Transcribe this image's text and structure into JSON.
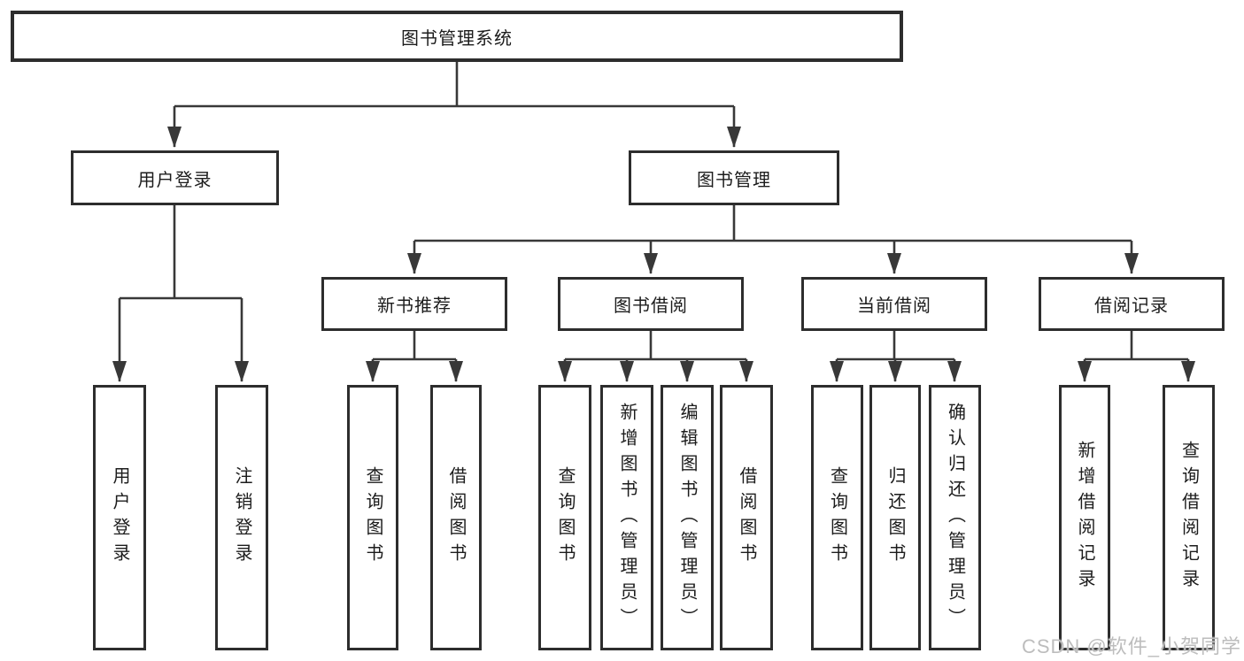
{
  "diagram": {
    "title": "图书管理系统",
    "branches": [
      {
        "label": "用户登录",
        "children": [
          {
            "label": "用户登录"
          },
          {
            "label": "注销登录"
          }
        ]
      },
      {
        "label": "图书管理",
        "children": [
          {
            "label": "新书推荐",
            "children": [
              {
                "label": "查询图书"
              },
              {
                "label": "借阅图书"
              }
            ]
          },
          {
            "label": "图书借阅",
            "children": [
              {
                "label": "查询图书"
              },
              {
                "label": "新增图书（管理员）"
              },
              {
                "label": "编辑图书（管理员）"
              },
              {
                "label": "借阅图书"
              }
            ]
          },
          {
            "label": "当前借阅",
            "children": [
              {
                "label": "查询图书"
              },
              {
                "label": "归还图书"
              },
              {
                "label": "确认归还（管理员）"
              }
            ]
          },
          {
            "label": "借阅记录",
            "children": [
              {
                "label": "新增借阅记录"
              },
              {
                "label": "查询借阅记录"
              }
            ]
          }
        ]
      }
    ]
  },
  "watermark": {
    "text": "CSDN @软件_小贺同学"
  },
  "colors": {
    "line": "#383838",
    "box_border": "#2d2d2d",
    "box_fill": "#ffffff",
    "text": "#1c1c1c",
    "watermark": "#bdbdbd"
  }
}
